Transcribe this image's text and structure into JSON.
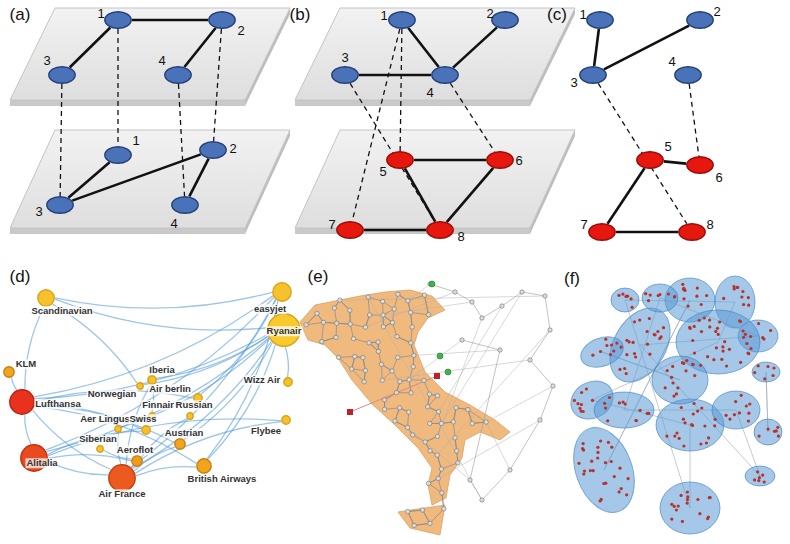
{
  "diagram": {
    "nodes": [
      {
        "text": [
          "1"
        ]
      },
      {
        "text": [
          "2"
        ]
      },
      {
        "text": [
          "3"
        ]
      },
      {
        "text": [
          "4"
        ]
      },
      {
        "text": [
          "1"
        ]
      },
      {
        "text": [
          "2"
        ]
      },
      {
        "text": [
          "3"
        ]
      },
      {
        "text": [
          "4"
        ]
      },
      {
        "text": [
          "1"
        ]
      },
      {
        "text": [
          "2"
        ]
      },
      {
        "text": [
          "3"
        ]
      },
      {
        "text": [
          "4"
        ]
      },
      {
        "text": [
          "5"
        ]
      },
      {
        "text": [
          "6"
        ]
      },
      {
        "text": [
          "7"
        ]
      },
      {
        "text": [
          "8"
        ]
      },
      {
        "text": [
          "1"
        ]
      },
      {
        "text": [
          "2"
        ]
      },
      {
        "text": [
          "3"
        ]
      },
      {
        "text": [
          "4"
        ]
      },
      {
        "text": [
          "5"
        ]
      },
      {
        "text": [
          "6"
        ]
      },
      {
        "text": [
          "7"
        ]
      },
      {
        "text": [
          "8"
        ]
      },
      {
        "text": [
          "Scandinavian"
        ]
      },
      {
        "text": [
          "easyjet"
        ]
      },
      {
        "text": [
          "Ryanair"
        ]
      },
      {
        "text": [
          "KLM"
        ]
      },
      {
        "text": [
          "Iberia"
        ]
      },
      {
        "text": [
          "Air berlin"
        ]
      },
      {
        "text": [
          "Wizz Air"
        ]
      },
      {
        "text": [
          "Lufthansa"
        ]
      },
      {
        "text": [
          "Norwegian"
        ]
      },
      {
        "text": [
          "Finnair"
        ]
      },
      {
        "text": [
          "Russian"
        ]
      },
      {
        "text": [
          "Aer Lingus"
        ]
      },
      {
        "text": [
          "Swiss"
        ]
      },
      {
        "text": [
          "Austrian"
        ]
      },
      {
        "text": [
          "Flybee"
        ]
      },
      {
        "text": [
          "Siberian"
        ]
      },
      {
        "text": [
          "Aeroflot"
        ]
      },
      {
        "text": [
          "Alitalia"
        ]
      },
      {
        "text": [
          "British Airways"
        ]
      },
      {
        "text": [
          "Air France"
        ]
      }
    ],
    "edges": [
      {
        "from": 0,
        "to": 1,
        "arrow": "none"
      },
      {
        "from": 0,
        "to": 2,
        "arrow": "none"
      },
      {
        "from": 1,
        "to": 3,
        "arrow": "none"
      },
      {
        "from": 6,
        "to": 4,
        "arrow": "none"
      },
      {
        "from": 6,
        "to": 5,
        "arrow": "none"
      },
      {
        "from": 5,
        "to": 7,
        "arrow": "none"
      },
      {
        "from": 2,
        "to": 6,
        "arrow": "none"
      },
      {
        "from": 0,
        "to": 4,
        "arrow": "none"
      },
      {
        "from": 3,
        "to": 7,
        "arrow": "none"
      },
      {
        "from": 1,
        "to": 5,
        "arrow": "none"
      },
      {
        "from": 8,
        "to": 11,
        "arrow": "none"
      },
      {
        "from": 9,
        "to": 11,
        "arrow": "none"
      },
      {
        "from": 10,
        "to": 11,
        "arrow": "none"
      },
      {
        "from": 12,
        "to": 13,
        "arrow": "none"
      },
      {
        "from": 13,
        "to": 15,
        "arrow": "none"
      },
      {
        "from": 14,
        "to": 15,
        "arrow": "none"
      },
      {
        "from": 12,
        "to": 15,
        "arrow": "none"
      },
      {
        "from": 8,
        "to": 12,
        "arrow": "none"
      },
      {
        "from": 8,
        "to": 14,
        "arrow": "none"
      },
      {
        "from": 10,
        "to": 15,
        "arrow": "none"
      },
      {
        "from": 11,
        "to": 13,
        "arrow": "none"
      },
      {
        "from": 16,
        "to": 18,
        "arrow": "none"
      },
      {
        "from": 17,
        "to": 18,
        "arrow": "none"
      },
      {
        "from": 20,
        "to": 21,
        "arrow": "none"
      },
      {
        "from": 20,
        "to": 22,
        "arrow": "none"
      },
      {
        "from": 22,
        "to": 23,
        "arrow": "none"
      },
      {
        "from": 18,
        "to": 23,
        "arrow": "none"
      },
      {
        "from": 19,
        "to": 21,
        "arrow": "none"
      },
      {
        "from": 31,
        "to": 43,
        "arrow": "none"
      },
      {
        "from": 31,
        "to": 41,
        "arrow": "none"
      },
      {
        "from": 41,
        "to": 43,
        "arrow": "none"
      },
      {
        "from": 31,
        "to": 25,
        "arrow": "none"
      },
      {
        "from": 31,
        "to": 26,
        "arrow": "none"
      },
      {
        "from": 41,
        "to": 26,
        "arrow": "none"
      },
      {
        "from": 43,
        "to": 26,
        "arrow": "none"
      },
      {
        "from": 43,
        "to": 25,
        "arrow": "none"
      },
      {
        "from": 41,
        "to": 25,
        "arrow": "none"
      },
      {
        "from": 24,
        "to": 31,
        "arrow": "none"
      },
      {
        "from": 24,
        "to": 25,
        "arrow": "none"
      },
      {
        "from": 24,
        "to": 26,
        "arrow": "none"
      },
      {
        "from": 27,
        "to": 31,
        "arrow": "none"
      },
      {
        "from": 28,
        "to": 43,
        "arrow": "none"
      },
      {
        "from": 28,
        "to": 26,
        "arrow": "none"
      },
      {
        "from": 29,
        "to": 31,
        "arrow": "none"
      },
      {
        "from": 29,
        "to": 25,
        "arrow": "none"
      },
      {
        "from": 37,
        "to": 31,
        "arrow": "none"
      },
      {
        "from": 37,
        "to": 43,
        "arrow": "none"
      },
      {
        "from": 36,
        "to": 31,
        "arrow": "none"
      },
      {
        "from": 40,
        "to": 43,
        "arrow": "none"
      },
      {
        "from": 40,
        "to": 41,
        "arrow": "none"
      },
      {
        "from": 42,
        "to": 43,
        "arrow": "none"
      },
      {
        "from": 42,
        "to": 25,
        "arrow": "none"
      },
      {
        "from": 42,
        "to": 31,
        "arrow": "none"
      },
      {
        "from": 35,
        "to": 26,
        "arrow": "none"
      },
      {
        "from": 32,
        "to": 26,
        "arrow": "none"
      },
      {
        "from": 32,
        "to": 24,
        "arrow": "none"
      },
      {
        "from": 30,
        "to": 26,
        "arrow": "none"
      },
      {
        "from": 38,
        "to": 41,
        "arrow": "none"
      },
      {
        "from": 38,
        "to": 43,
        "arrow": "none"
      },
      {
        "from": 33,
        "to": 28,
        "arrow": "none"
      },
      {
        "from": 34,
        "to": 40,
        "arrow": "none"
      },
      {
        "from": 39,
        "to": 40,
        "arrow": "none"
      },
      {
        "from": 35,
        "to": 43,
        "arrow": "none"
      },
      {
        "from": 36,
        "to": 41,
        "arrow": "none"
      },
      {
        "from": 37,
        "to": 26,
        "arrow": "none"
      },
      {
        "from": 42,
        "to": 26,
        "arrow": "none"
      }
    ],
    "labels": [
      "(a)",
      "(b)",
      "(c)",
      "(d)",
      "(e)",
      "(f)"
    ]
  }
}
